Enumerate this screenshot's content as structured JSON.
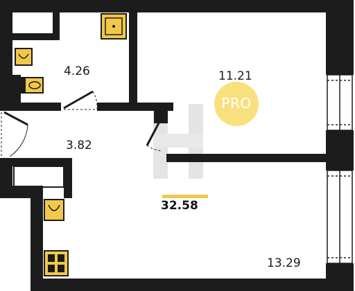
{
  "rooms": [
    {
      "id": "bathroom",
      "area": "4.26"
    },
    {
      "id": "bedroom",
      "area": "11.21"
    },
    {
      "id": "hallway",
      "area": "3.82"
    },
    {
      "id": "living-kitchen",
      "area": "13.29"
    }
  ],
  "total_area": "32.58",
  "badge": {
    "text": "PRO",
    "color": "#f9e07e"
  },
  "colors": {
    "wall": "#1c1c1c",
    "fixture": "#f2c84b",
    "accent": "#f2c84b",
    "watermark": "#d9d9d9"
  }
}
